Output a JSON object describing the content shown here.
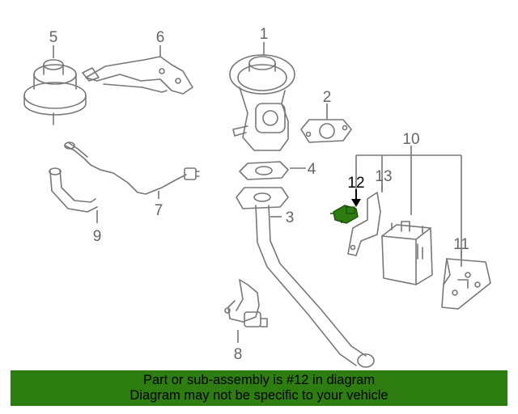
{
  "callouts": {
    "c1": "1",
    "c2": "2",
    "c3": "3",
    "c4": "4",
    "c5": "5",
    "c6": "6",
    "c7": "7",
    "c8": "8",
    "c9": "9",
    "c10": "10",
    "c11": "11",
    "c12": "12",
    "c13": "13"
  },
  "highlight": {
    "part_number": "12",
    "color": "#2e7d10"
  },
  "banner": {
    "line1": "Part or sub-assembly is #12 in diagram",
    "line2": "Diagram may not be specific to your vehicle",
    "background": "#2e7d10"
  }
}
